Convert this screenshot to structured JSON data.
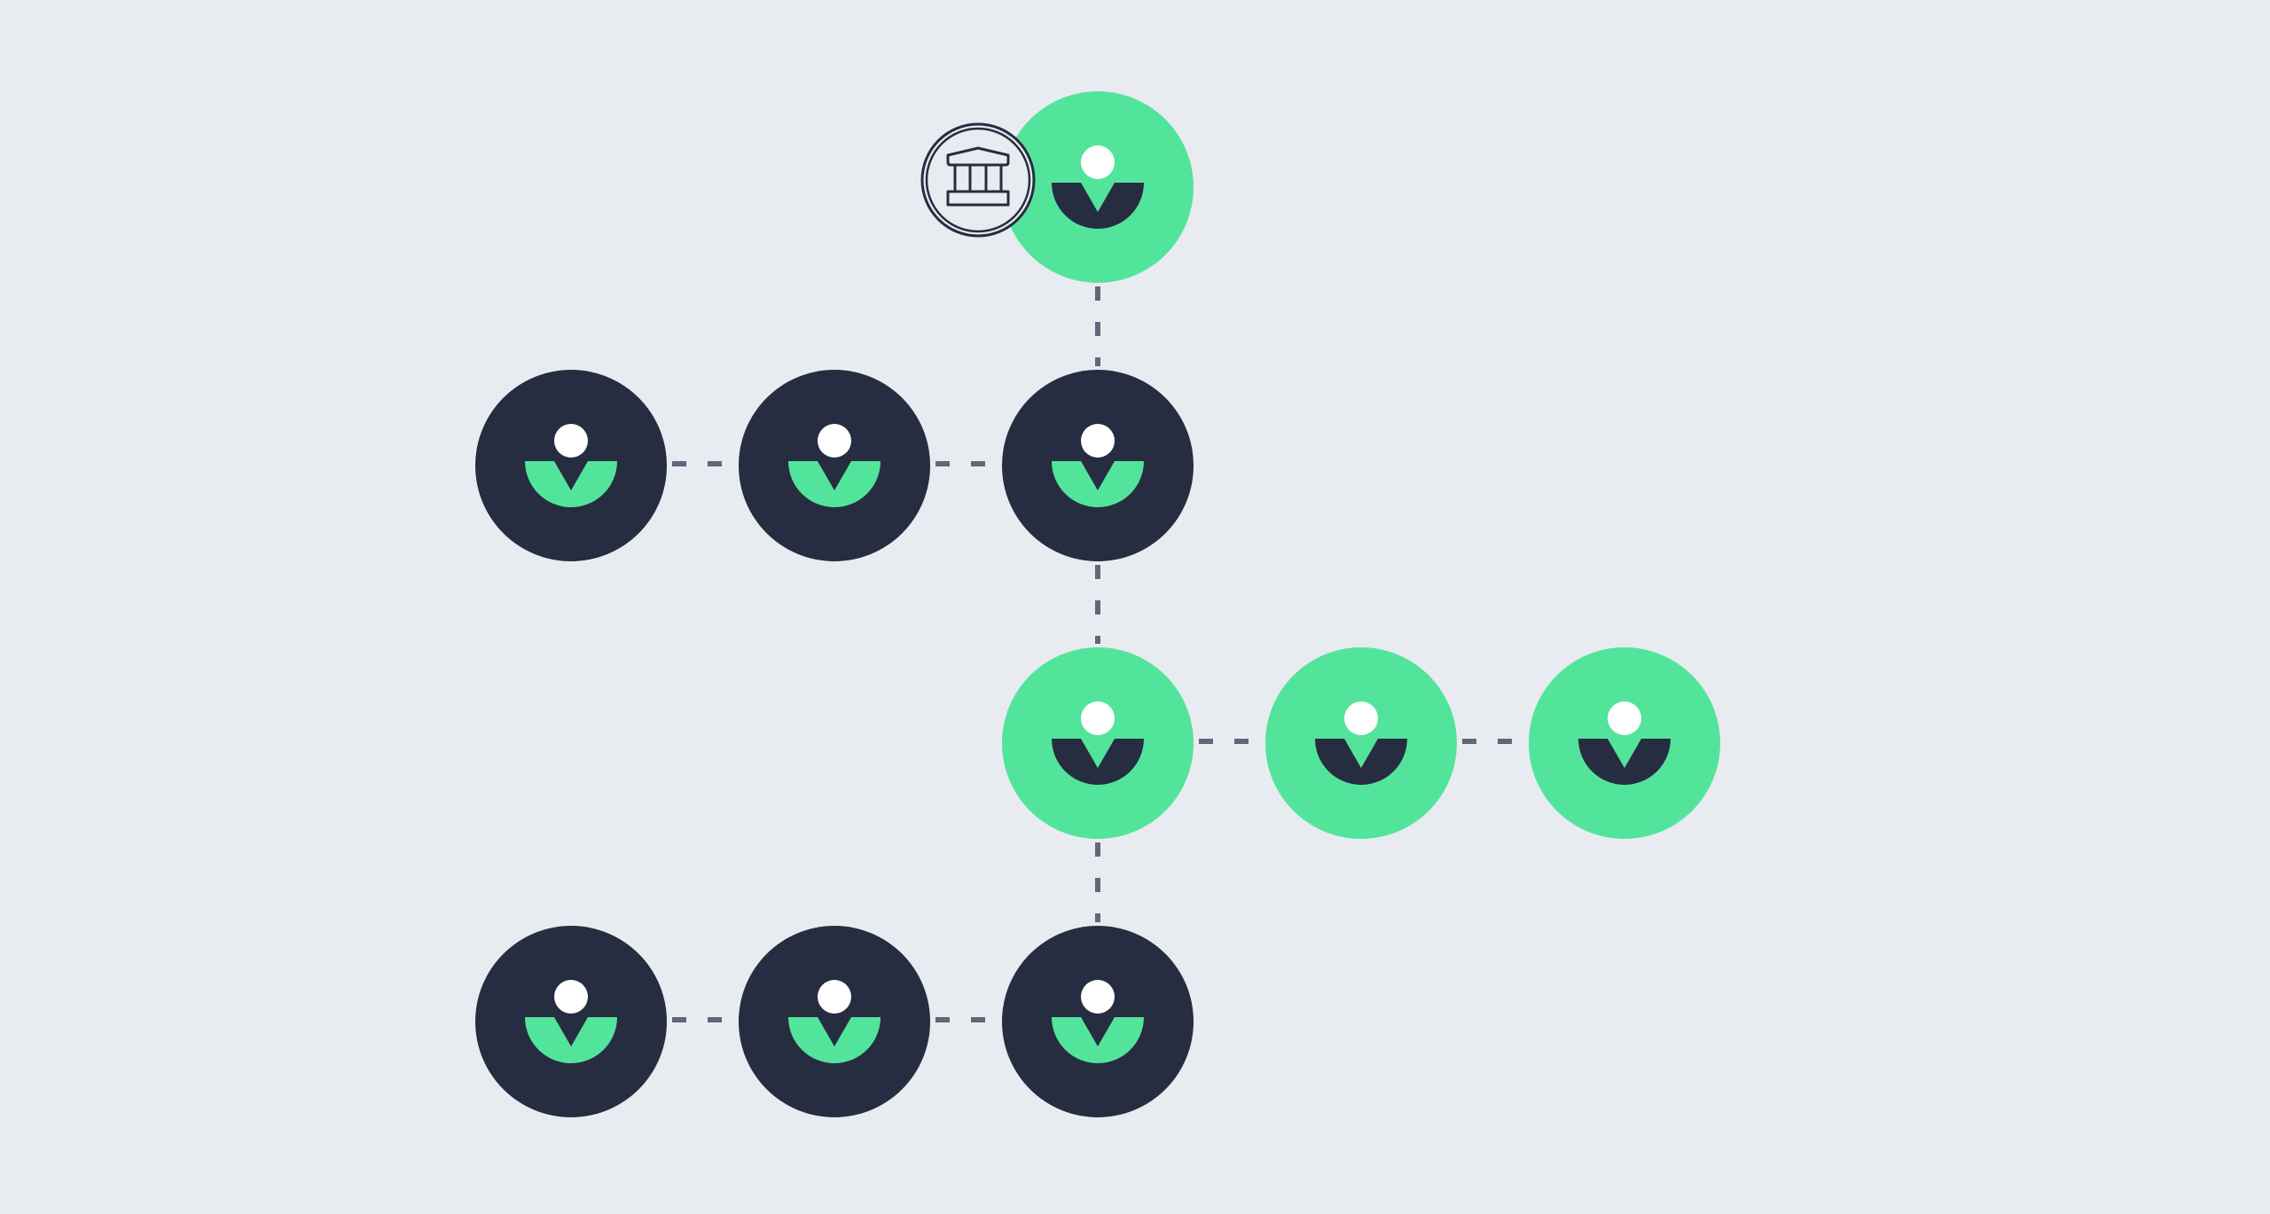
{
  "colors": {
    "background": "#e8ecf0",
    "dark": "#262d40",
    "green": "#53e49c",
    "white": "#ffffff",
    "connector": "#5f677a",
    "bank_ring": "#262d40"
  },
  "icons": {
    "person": "person-icon",
    "bank": "bank-icon"
  },
  "nodes": [
    {
      "id": "top",
      "variant": "green",
      "row": 0,
      "col": 2,
      "has_bank_badge": true
    },
    {
      "id": "r1c0",
      "variant": "dark",
      "row": 1,
      "col": 0,
      "has_bank_badge": false
    },
    {
      "id": "r1c1",
      "variant": "dark",
      "row": 1,
      "col": 1,
      "has_bank_badge": false
    },
    {
      "id": "r1c2",
      "variant": "dark",
      "row": 1,
      "col": 2,
      "has_bank_badge": false
    },
    {
      "id": "r2c2",
      "variant": "green",
      "row": 2,
      "col": 2,
      "has_bank_badge": false
    },
    {
      "id": "r2c3",
      "variant": "green",
      "row": 2,
      "col": 3,
      "has_bank_badge": false
    },
    {
      "id": "r2c4",
      "variant": "green",
      "row": 2,
      "col": 4,
      "has_bank_badge": false
    },
    {
      "id": "r3c0",
      "variant": "dark",
      "row": 3,
      "col": 0,
      "has_bank_badge": false
    },
    {
      "id": "r3c1",
      "variant": "dark",
      "row": 3,
      "col": 1,
      "has_bank_badge": false
    },
    {
      "id": "r3c2",
      "variant": "dark",
      "row": 3,
      "col": 2,
      "has_bank_badge": false
    }
  ],
  "edges": [
    {
      "from": "top",
      "to": "r1c2"
    },
    {
      "from": "r1c0",
      "to": "r1c1"
    },
    {
      "from": "r1c1",
      "to": "r1c2"
    },
    {
      "from": "r1c2",
      "to": "r2c2"
    },
    {
      "from": "r2c2",
      "to": "r2c3"
    },
    {
      "from": "r2c3",
      "to": "r2c4"
    },
    {
      "from": "r2c2",
      "to": "r3c2"
    },
    {
      "from": "r3c0",
      "to": "r3c1"
    },
    {
      "from": "r3c1",
      "to": "r3c2"
    }
  ]
}
